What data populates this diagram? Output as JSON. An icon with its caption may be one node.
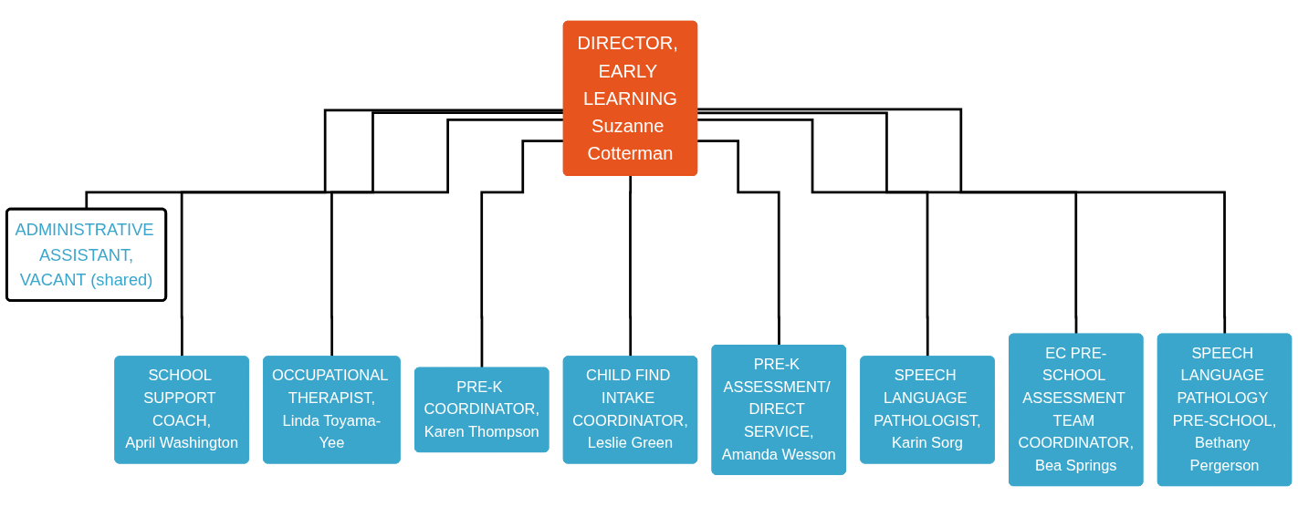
{
  "diagram": {
    "nodes": [
      {
        "text": [
          "DIRECTOR, EARLY LEARNING",
          "Suzanne Cotterman"
        ]
      },
      {
        "text": [
          "ADMINISTRATIVE ASSISTANT,",
          "VACANT",
          "(shared)"
        ]
      },
      {
        "text": [
          "SCHOOL SUPPORT COACH,",
          "April Washington"
        ]
      },
      {
        "text": [
          "OCCUPATIONAL THERAPIST,",
          "Linda Toyama-Yee"
        ]
      },
      {
        "text": [
          "PRE-K COORDINATOR,",
          "Karen Thompson"
        ]
      },
      {
        "text": [
          "CHILD FIND INTAKE COORDINATOR,",
          "Leslie Green"
        ]
      },
      {
        "text": [
          "PRE-K ASSESSMENT/ DIRECT SERVICE,",
          "Amanda Wesson"
        ]
      },
      {
        "text": [
          "SPEECH LANGUAGE PATHOLOGIST,",
          "Karin Sorg"
        ]
      },
      {
        "text": [
          "EC PRE-SCHOOL ASSESSMENT TEAM COORDINATOR,",
          "Bea Springs"
        ]
      },
      {
        "text": [
          "SPEECH LANGUAGE PATHOLOGY PRE-SCHOOL,",
          "Bethany Pergerson"
        ]
      }
    ],
    "edges": [
      {
        "from": 0,
        "to": 1,
        "arrow": "none"
      },
      {
        "from": 0,
        "to": 2,
        "arrow": "none"
      },
      {
        "from": 0,
        "to": 3,
        "arrow": "none"
      },
      {
        "from": 0,
        "to": 4,
        "arrow": "none"
      },
      {
        "from": 0,
        "to": 5,
        "arrow": "none"
      },
      {
        "from": 0,
        "to": 6,
        "arrow": "none"
      },
      {
        "from": 0,
        "to": 7,
        "arrow": "none"
      },
      {
        "from": 0,
        "to": 8,
        "arrow": "none"
      },
      {
        "from": 0,
        "to": 9,
        "arrow": "none"
      }
    ]
  }
}
